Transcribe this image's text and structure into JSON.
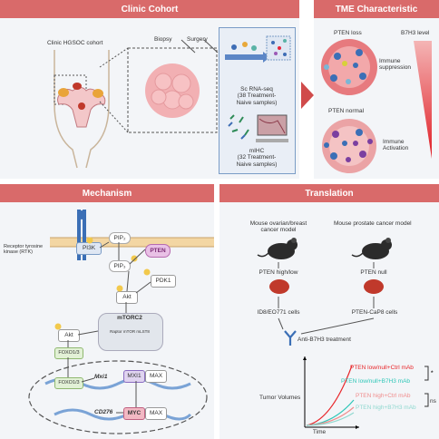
{
  "panels": {
    "clinic": {
      "title": "Clinic Cohort",
      "cohort_label": "Clinic HGSOC cohort",
      "biopsy": "Biopsy",
      "surgery": "Surgery",
      "scrna": "Sc RNA-seq\n(38 Treatment-\nNaive samples)",
      "mihc": "mIHC\n(32 Treatment-\nNaive samples)"
    },
    "tme": {
      "title": "TME Characteristic",
      "pten_loss": "PTEN loss",
      "pten_normal": "PTEN normal",
      "b7h3_level": "B7H3 level",
      "immune_suppression": "Immune\nsuppression",
      "immune_activation": "Immune\nActivation"
    },
    "mechanism": {
      "title": "Mechanism",
      "rtk": "Receptor tyrosine\nkinase (RTK)",
      "pi3k": "PI3K",
      "pip2": "PIP₂",
      "pip3": "PIP₃",
      "pten": "PTEN",
      "pdk1": "PDK1",
      "akt1": "Akt",
      "mtorc2": "mTORC2",
      "mtorc2_sub": "Raptor  mTOR  mLST8",
      "akt2": "Akt",
      "foxo_a": "FOXO1/3",
      "foxo_b": "FOXO1/3",
      "mxi1": "Mxi1",
      "mxi1_box": "MXI1",
      "max1": "MAX",
      "myc": "MYC",
      "max2": "MAX",
      "cd276": "CD276",
      "p_label": "P"
    },
    "translation": {
      "title": "Translation",
      "mouse1": "Mouse ovarian/breast\ncancer model",
      "mouse2": "Mouse prostate cancer  model",
      "pten_highlow": "PTEN high/low",
      "pten_null": "PTEN null",
      "cells1": "ID8/EO771 cells",
      "cells2": "PTEN-CaP8 cells",
      "treatment": "Anti-B7H3 treatment",
      "ylabel": "Tumor Volumes",
      "xlabel": "Time",
      "legend": [
        "PTEN low/null+Ctrl mAb",
        "PTEN low/null+B7H3 mAb",
        "PTEN high+Ctrl mAb",
        "PTEN high+B7H3 mAb"
      ],
      "sig1": "*",
      "sig2": "ns"
    }
  },
  "colors": {
    "banner": "#d96a6a",
    "series": [
      "#e8262a",
      "#2fc7b8",
      "#f08c8c",
      "#8fd8cf"
    ]
  }
}
